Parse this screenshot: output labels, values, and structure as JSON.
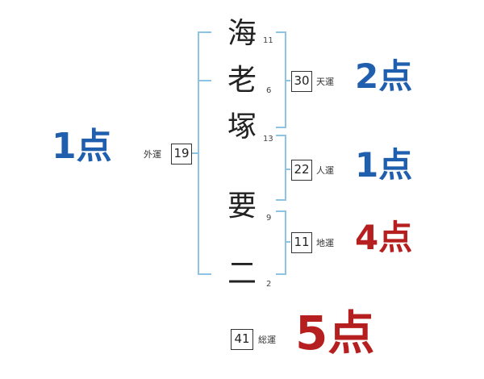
{
  "name": {
    "chars": [
      {
        "char": "海",
        "strokes": "11"
      },
      {
        "char": "老",
        "strokes": "6"
      },
      {
        "char": "塚",
        "strokes": "13"
      },
      {
        "char": "要",
        "strokes": "9"
      },
      {
        "char": "二",
        "strokes": "2"
      }
    ]
  },
  "fortunes": {
    "gaiun": {
      "label": "外運",
      "value": "19",
      "score": "1点"
    },
    "tenun": {
      "label": "天運",
      "value": "30",
      "score": "2点"
    },
    "jinun": {
      "label": "人運",
      "value": "22",
      "score": "1点"
    },
    "chiun": {
      "label": "地運",
      "value": "11",
      "score": "4点"
    },
    "souun": {
      "label": "総運",
      "value": "41",
      "score": "5点"
    }
  },
  "colors": {
    "bracket": "#8fc3e3",
    "good_score": "#1f5fae",
    "bad_score": "#b51f1f"
  }
}
